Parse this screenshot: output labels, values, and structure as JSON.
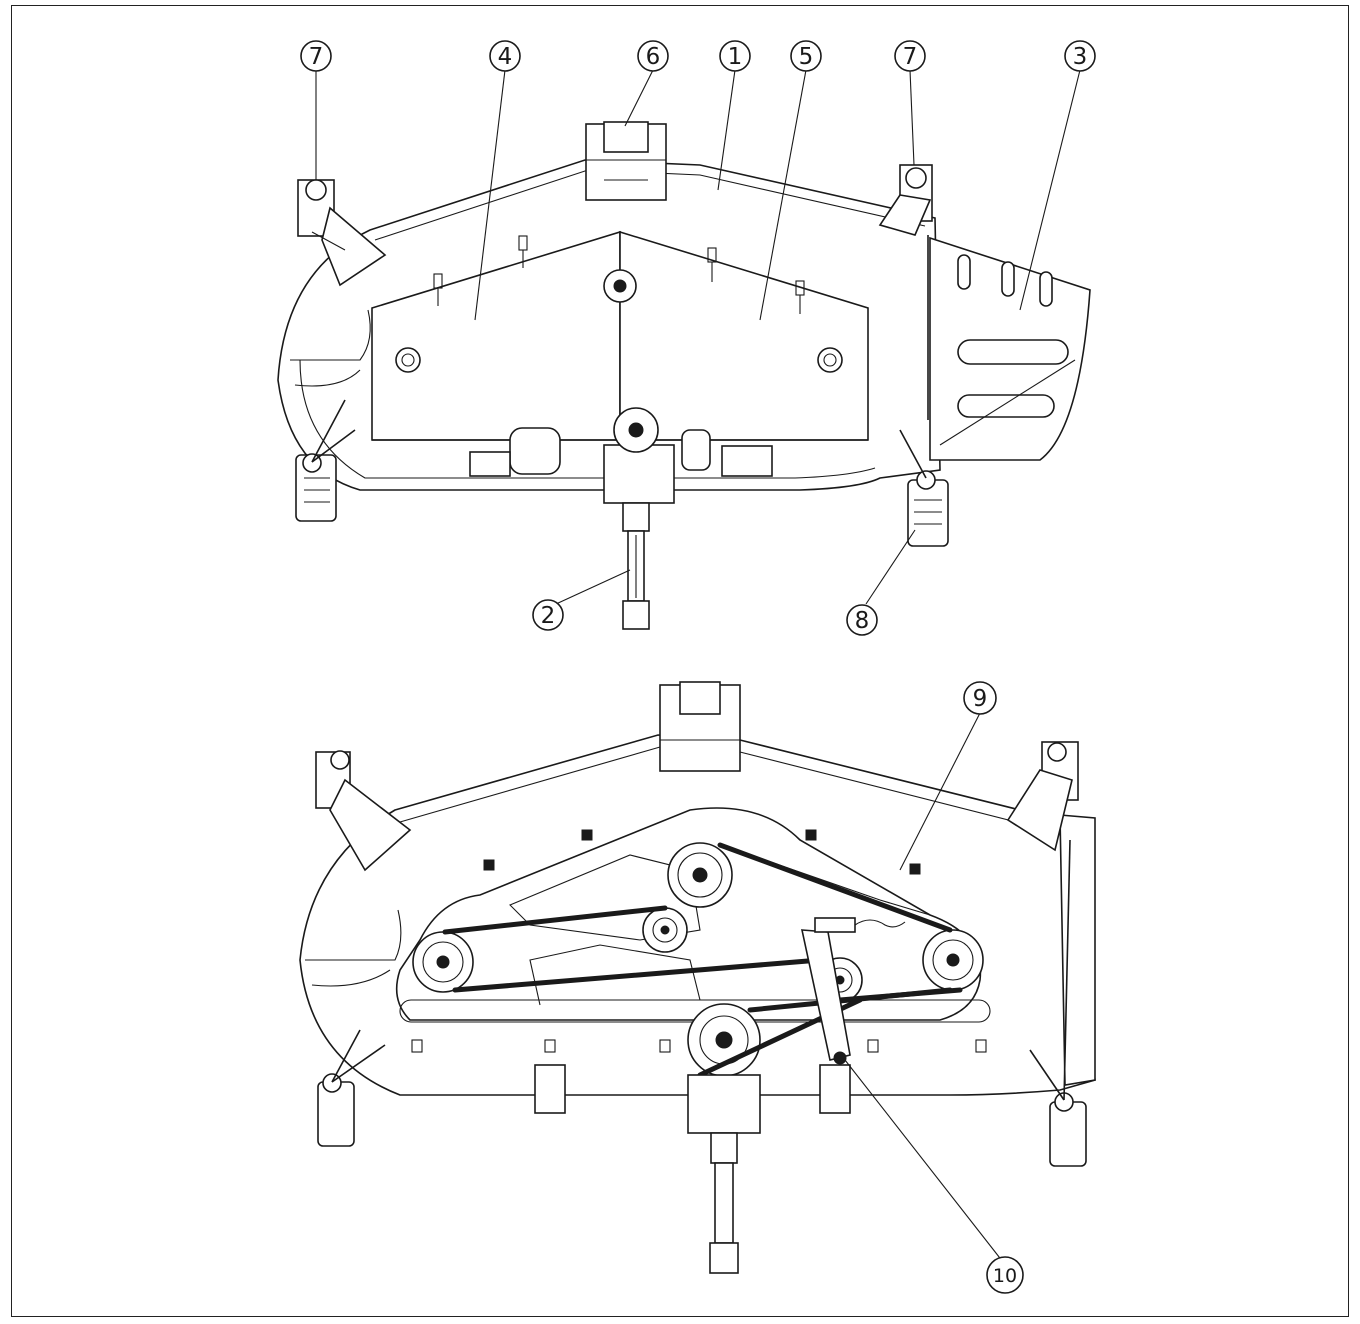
{
  "diagram": {
    "colors": {
      "line": "#1a1a1a",
      "background": "#ffffff"
    },
    "callouts_top": [
      {
        "id": "7a",
        "label": "7"
      },
      {
        "id": "4",
        "label": "4"
      },
      {
        "id": "6",
        "label": "6"
      },
      {
        "id": "1",
        "label": "1"
      },
      {
        "id": "5",
        "label": "5"
      },
      {
        "id": "7b",
        "label": "7"
      },
      {
        "id": "3",
        "label": "3"
      },
      {
        "id": "2",
        "label": "2"
      },
      {
        "id": "8",
        "label": "8"
      }
    ],
    "callouts_bottom": [
      {
        "id": "9",
        "label": "9"
      },
      {
        "id": "10",
        "label": "10"
      }
    ]
  }
}
